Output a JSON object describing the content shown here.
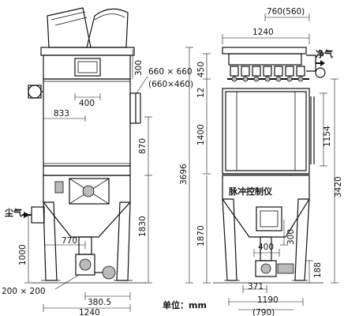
{
  "drawing": {
    "left_view": {
      "dim_inlet_size": "660 × 660",
      "dim_inlet_size_alt": "(660×460)",
      "dim_top_300": "300",
      "dim_400": "400",
      "dim_833": "833",
      "dim_870": "870",
      "dim_1830": "1830",
      "dim_1000": "1000",
      "dim_770": "770",
      "dim_outlet": "200 × 200",
      "dim_380_5": "380.5",
      "dim_1240": "1240",
      "label_dust_gas": "尘气"
    },
    "right_view": {
      "dim_760": "760(560)",
      "dim_1240": "1240",
      "dim_450": "450",
      "dim_12": "12",
      "dim_1400": "1400",
      "dim_1154": "1154",
      "dim_3696": "3696",
      "dim_3420": "3420",
      "dim_1870": "1870",
      "dim_300": "300",
      "dim_400": "400",
      "dim_188": "188",
      "dim_371": "371",
      "dim_1190": "1190",
      "dim_790": "(790)",
      "label_clean_gas": "净气",
      "label_pulse_controller": "脉冲控制仪"
    },
    "unit_label": "单位：mm"
  }
}
